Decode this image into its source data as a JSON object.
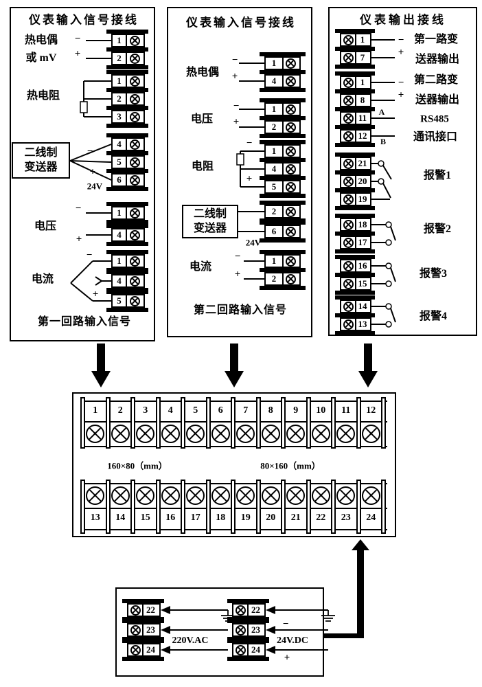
{
  "titles": {
    "p1": "仪表输入信号接线",
    "p2": "仪表输入信号接线",
    "p3": "仪表输出接线"
  },
  "captions": {
    "p1": "第一回路输入信号",
    "p2": "第二回路输入信号"
  },
  "signs": {
    "minus": "−",
    "plus": "+"
  },
  "labels": {
    "p1_tc": "热电偶",
    "p1_mv": "或 mV",
    "p1_rtd": "热电阻",
    "p1_volt": "电压",
    "p1_amp": "电流",
    "p1_box1": "二线制",
    "p1_box2": "变送器",
    "p1_24v": "24V",
    "p2_tc": "热电偶",
    "p2_volt": "电压",
    "p2_res": "电阻",
    "p2_amp": "电流",
    "p2_box1": "二线制",
    "p2_box2": "变送器",
    "p2_24v": "24V",
    "p3_out1a": "第一路变",
    "p3_out1b": "送器输出",
    "p3_out2a": "第二路变",
    "p3_out2b": "送器输出",
    "p3_rs485": "RS485",
    "p3_comm": "通讯接口",
    "rs_a": "A",
    "rs_b": "B",
    "p3_alarm1": "报警1",
    "p3_alarm2": "报警2",
    "p3_alarm3": "报警3",
    "p3_alarm4": "报警4",
    "size_left": "160×80（mm）",
    "size_right": "80×160（mm）",
    "pw_ac": "220V.AC",
    "pw_dc": "24V.DC"
  },
  "stacks": [
    {
      "id": "g1",
      "nums": [
        "1",
        "2"
      ]
    },
    {
      "id": "g2",
      "nums": [
        "1",
        "2",
        "3"
      ]
    },
    {
      "id": "g3",
      "nums": [
        "4",
        "5",
        "6"
      ]
    },
    {
      "id": "g4a",
      "nums": [
        "1"
      ]
    },
    {
      "id": "g4b",
      "nums": [
        "4"
      ]
    },
    {
      "id": "g5a",
      "nums": [
        "1"
      ]
    },
    {
      "id": "g5b",
      "nums": [
        "4"
      ]
    },
    {
      "id": "g5c",
      "nums": [
        "5"
      ]
    },
    {
      "id": "h1",
      "nums": [
        "1",
        "4"
      ]
    },
    {
      "id": "h2",
      "nums": [
        "1",
        "2"
      ]
    },
    {
      "id": "h3",
      "nums": [
        "1",
        "4",
        "5"
      ]
    },
    {
      "id": "h4a",
      "nums": [
        "2"
      ]
    },
    {
      "id": "h4b",
      "nums": [
        "6"
      ]
    },
    {
      "id": "h5",
      "nums": [
        "1",
        "2"
      ]
    },
    {
      "id": "o1",
      "nums": [
        "1",
        "7"
      ]
    },
    {
      "id": "o2",
      "nums": [
        "1",
        "8"
      ]
    },
    {
      "id": "o3",
      "nums": [
        "11",
        "12"
      ]
    },
    {
      "id": "o4",
      "nums": [
        "21",
        "20",
        "19"
      ]
    },
    {
      "id": "o5",
      "nums": [
        "18",
        "17"
      ]
    },
    {
      "id": "o6",
      "nums": [
        "16",
        "15"
      ]
    },
    {
      "id": "o7",
      "nums": [
        "14",
        "13"
      ]
    },
    {
      "id": "wL1",
      "nums": [
        "22"
      ]
    },
    {
      "id": "wL2",
      "nums": [
        "23"
      ]
    },
    {
      "id": "wL3",
      "nums": [
        "24"
      ]
    },
    {
      "id": "wR1",
      "nums": [
        "22"
      ]
    },
    {
      "id": "wR2",
      "nums": [
        "23"
      ]
    },
    {
      "id": "wR3",
      "nums": [
        "24"
      ]
    }
  ],
  "block": {
    "top": [
      "1",
      "2",
      "3",
      "4",
      "5",
      "6",
      "7",
      "8",
      "9",
      "10",
      "11",
      "12"
    ],
    "bottom": [
      "13",
      "14",
      "15",
      "16",
      "17",
      "18",
      "19",
      "20",
      "21",
      "22",
      "23",
      "24"
    ]
  }
}
